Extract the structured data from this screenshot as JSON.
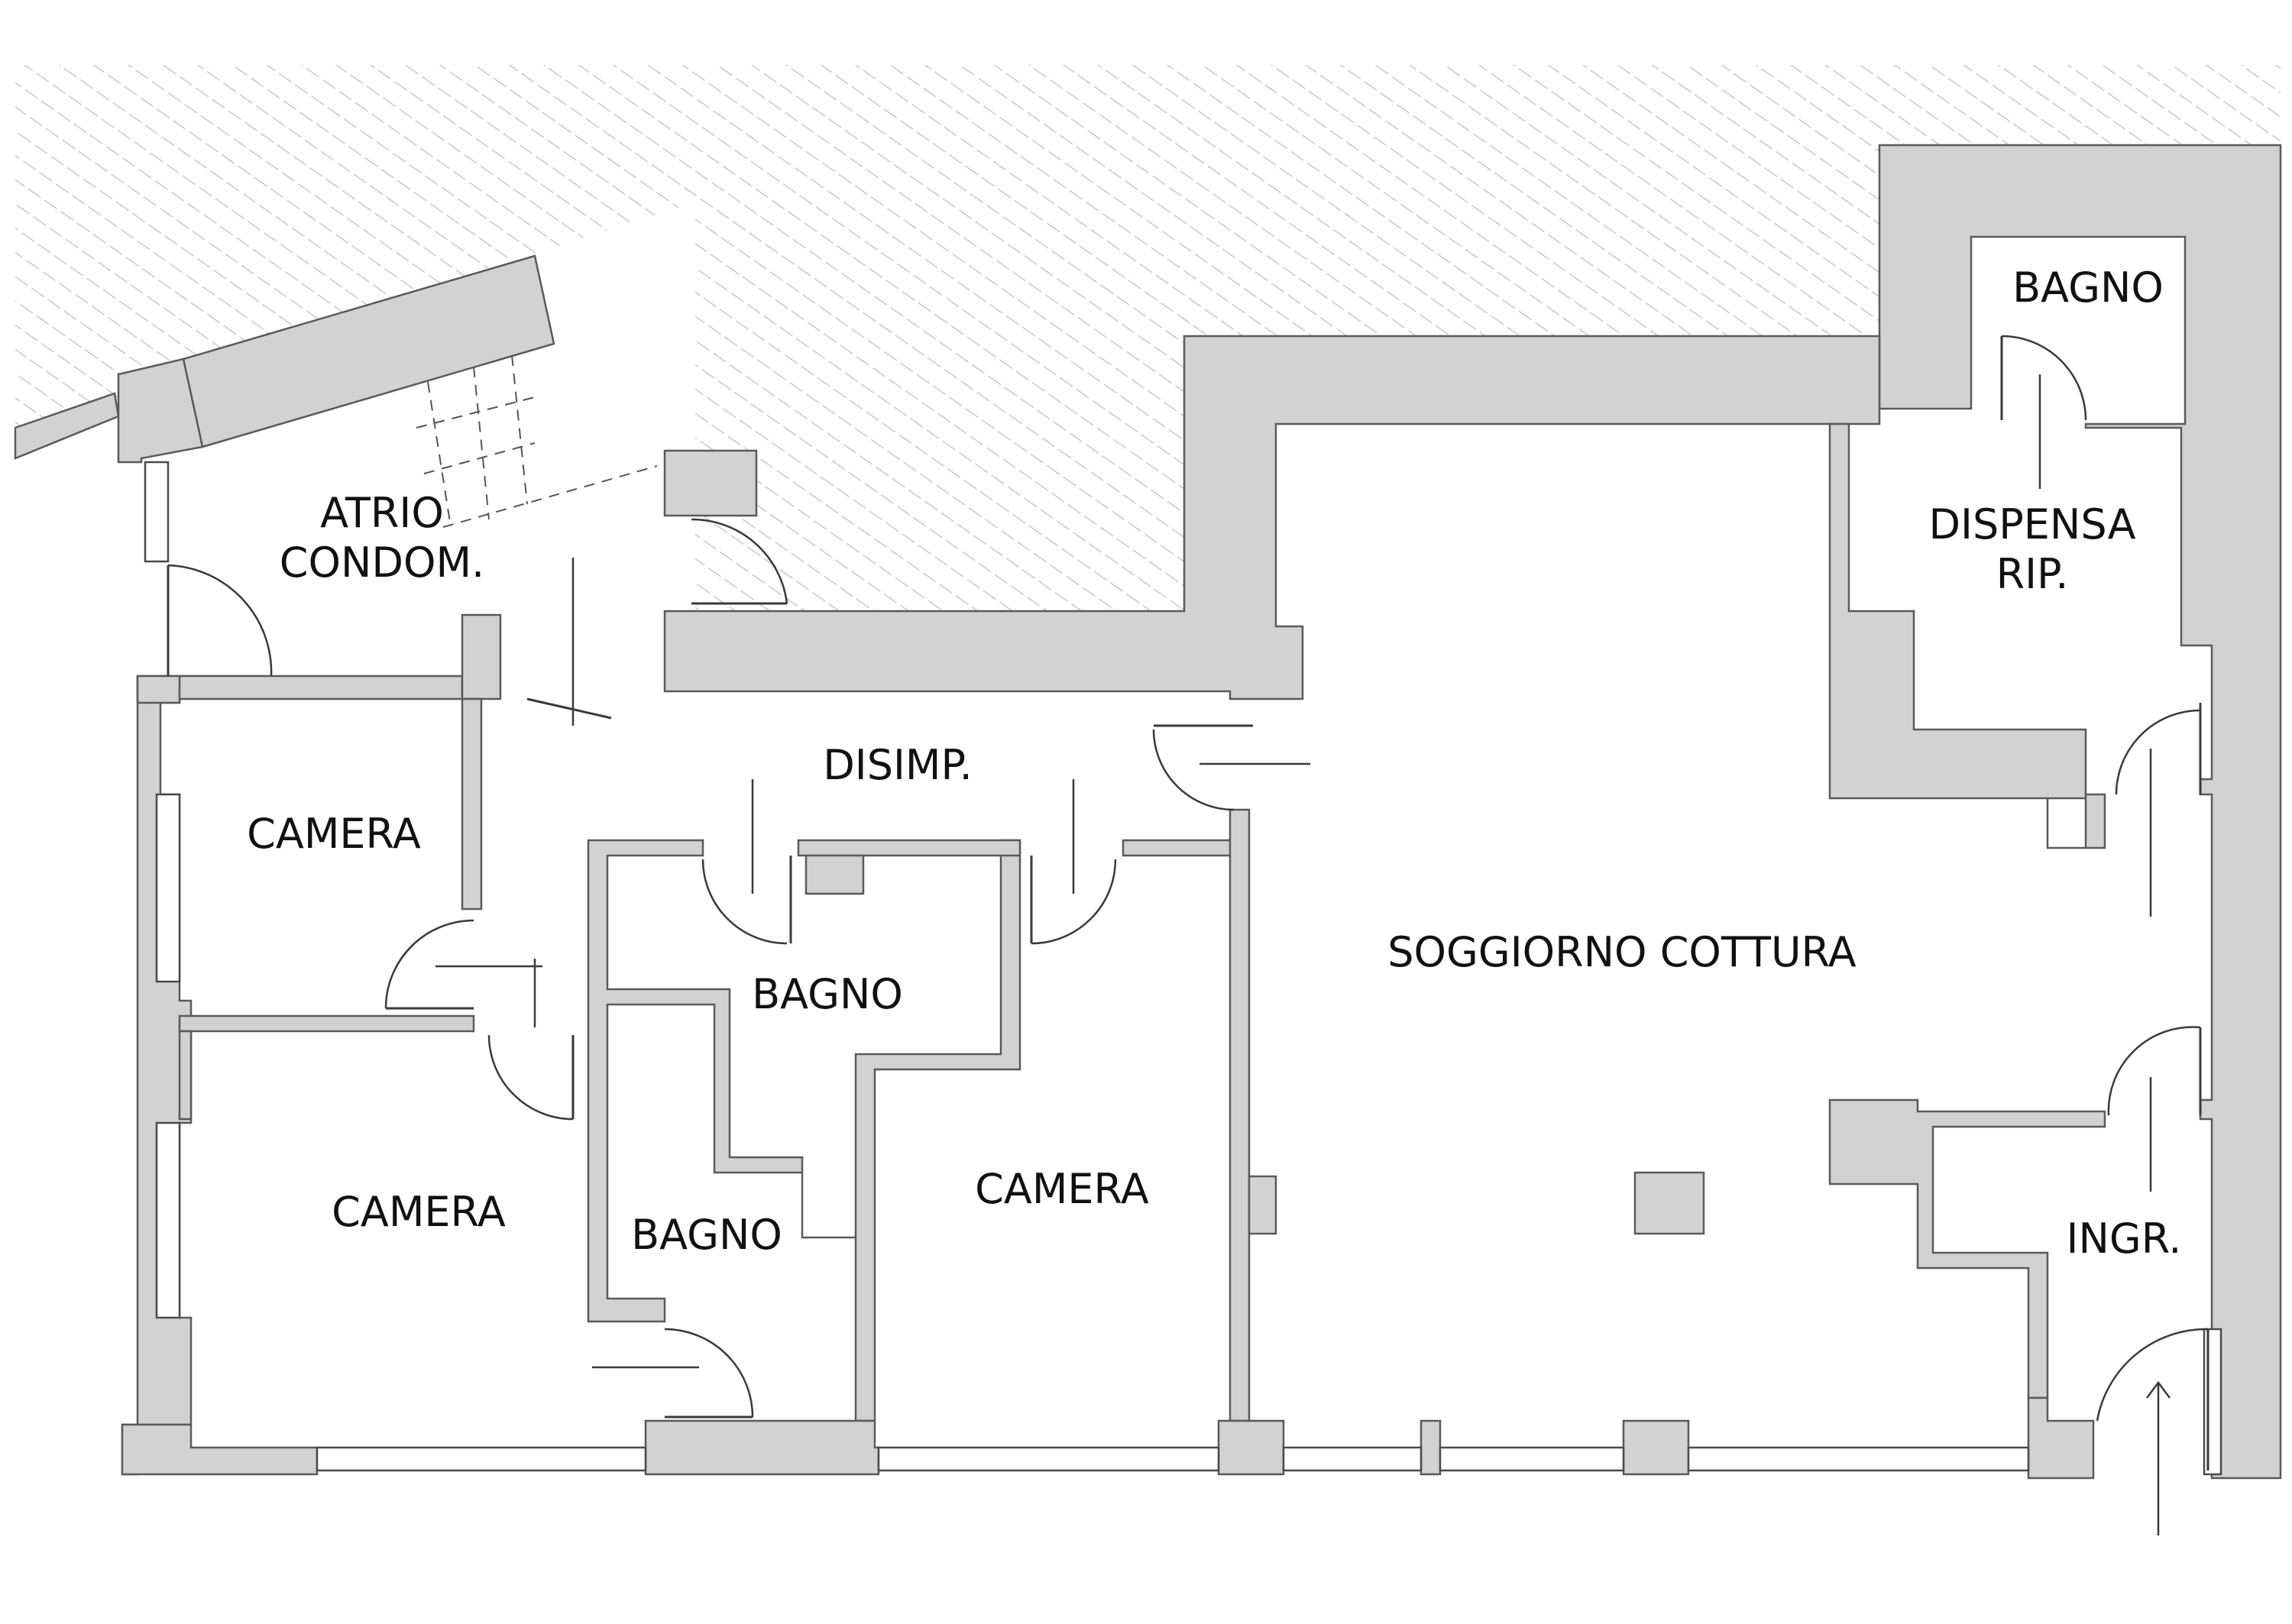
{
  "rooms": {
    "atrio_line1": "ATRIO",
    "atrio_line2": "CONDOM.",
    "disimp": "DISIMP.",
    "camera_north_west": "CAMERA",
    "camera_south_west": "CAMERA",
    "bagno_center_north": "BAGNO",
    "bagno_center_south": "BAGNO",
    "camera_center": "CAMERA",
    "soggiorno": "SOGGIORNO COTTURA",
    "bagno_north_east": "BAGNO",
    "dispensa_line1": "DISPENSA",
    "dispensa_line2": "RIP.",
    "ingresso": "INGR."
  },
  "colors": {
    "walls": "#d2d2d2",
    "hatch": "#c8c8c8",
    "lines": "#3a3a3a",
    "background": "#ffffff"
  }
}
